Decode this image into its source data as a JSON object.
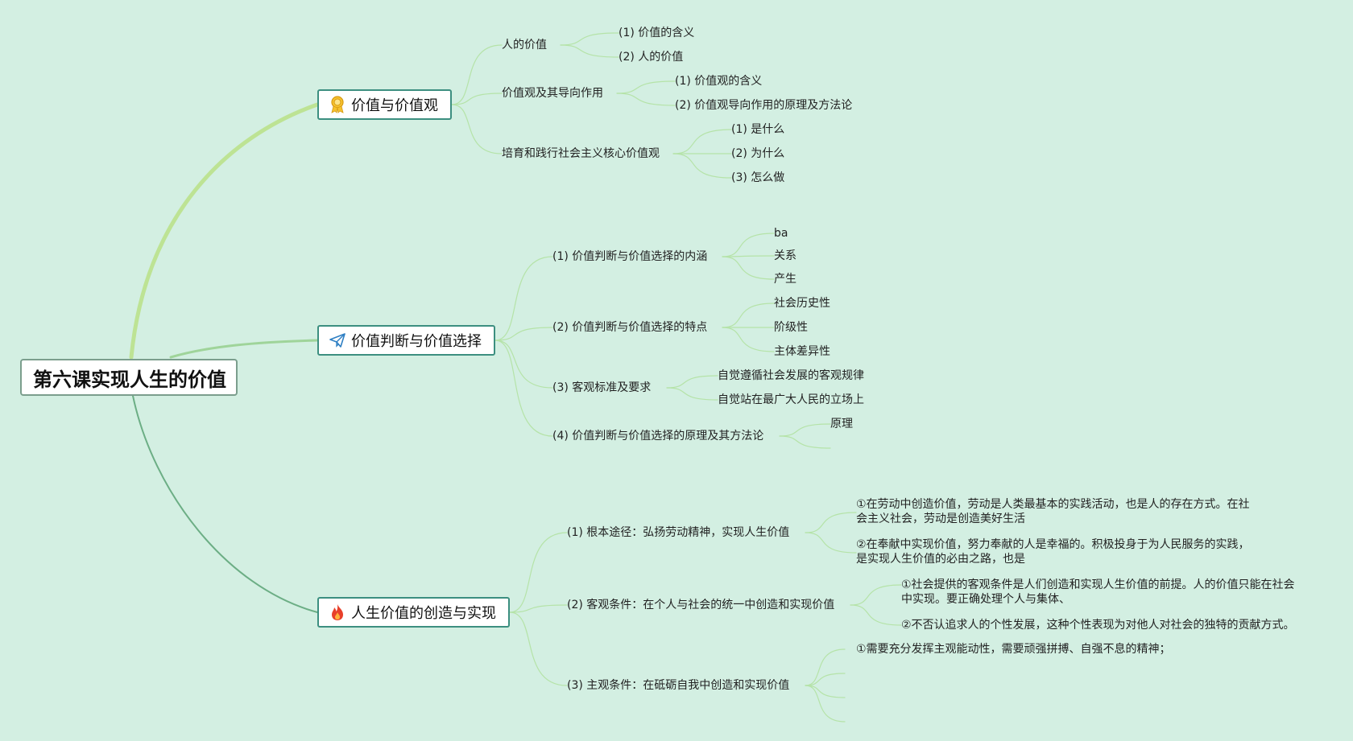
{
  "root": {
    "label": "第六课实现人生的价值"
  },
  "branches": [
    {
      "label": "价值与价值观",
      "icon": "award-ribbon-icon",
      "children": [
        {
          "label": "人的价值",
          "children": [
            "(1)  价值的含义",
            "(2)  人的价值"
          ]
        },
        {
          "label": "价值观及其导向作用",
          "children": [
            "(1)  价值观的含义",
            "(2)  价值观导向作用的原理及方法论"
          ]
        },
        {
          "label": "培育和践行社会主义核心价值观",
          "children": [
            "(1)  是什么",
            "(2)  为什么",
            "(3)  怎么做"
          ]
        }
      ]
    },
    {
      "label": "价值判断与价值选择",
      "icon": "paper-plane-icon",
      "children": [
        {
          "label": "(1)  价值判断与价值选择的内涵",
          "children": [
            "ba",
            "关系",
            "产生"
          ]
        },
        {
          "label": "(2)  价值判断与价值选择的特点",
          "children": [
            "社会历史性",
            "阶级性",
            "主体差异性"
          ]
        },
        {
          "label": "(3)  客观标准及要求",
          "children": [
            "自觉遵循社会发展的客观规律",
            "自觉站在最广大人民的立场上"
          ]
        },
        {
          "label": "(4)  价值判断与价值选择的原理及其方法论",
          "children": [
            "原理",
            ""
          ]
        }
      ]
    },
    {
      "label": "人生价值的创造与实现",
      "icon": "fire-icon",
      "children": [
        {
          "label": "(1)  根本途径：弘扬劳动精神，实现人生价值",
          "children": [
            "①在劳动中创造价值，劳动是人类最基本的实践活动，也是人的存在方式。在社会主义社会，劳动是创造美好生活",
            "②在奉献中实现价值，努力奉献的人是幸福的。积极投身于为人民服务的实践，是实现人生价值的必由之路，也是"
          ]
        },
        {
          "label": "(2)  客观条件：在个人与社会的统一中创造和实现价值",
          "children": [
            "①社会提供的客观条件是人们创造和实现人生价值的前提。人的价值只能在社会中实现。要正确处理个人与集体、",
            "②不否认追求人的个性发展，这种个性表现为对他人对社会的独特的贡献方式。"
          ]
        },
        {
          "label": "(3)  主观条件：在砥砺自我中创造和实现价值",
          "children": [
            "①需要充分发挥主观能动性，需要顽强拼搏、自强不息的精神；",
            "",
            "",
            ""
          ]
        }
      ]
    }
  ],
  "colors": {
    "background": "#d3efe2",
    "branch1_line": "#bde394",
    "branch2_line": "#9fd49a",
    "branch3_line": "#6cae85",
    "leaf_line": "#b5e3a8",
    "box_border": "#3c8f80"
  }
}
